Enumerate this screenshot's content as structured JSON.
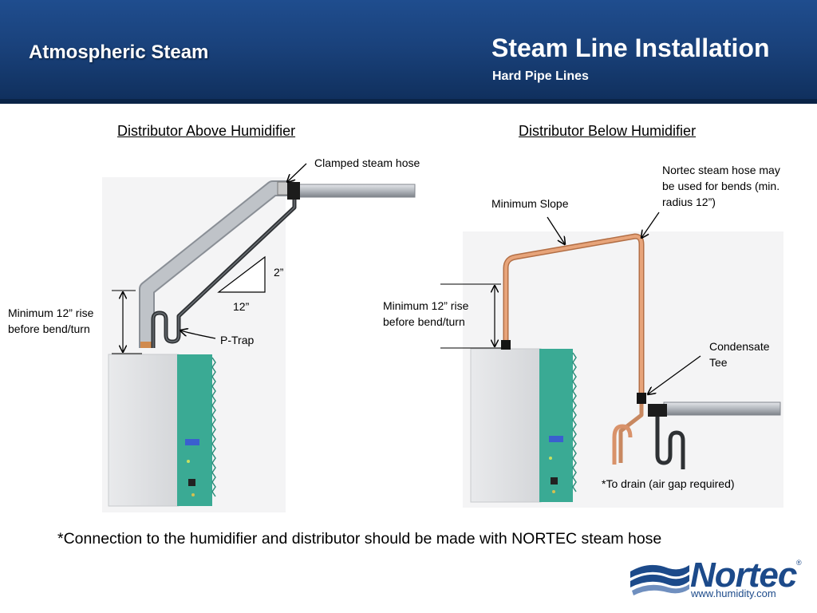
{
  "header": {
    "left_title": "Atmospheric Steam",
    "title": "Steam Line Installation",
    "subtitle": "Hard Pipe Lines"
  },
  "left_diagram": {
    "heading": "Distributor Above Humidifier",
    "clamped_label": "Clamped steam hose",
    "slope_rise": "2”",
    "slope_run": "12”",
    "rise_label": "Minimum 12” rise\nbefore bend/turn",
    "ptrap_label": "P-Trap"
  },
  "right_diagram": {
    "heading": "Distributor Below Humidifier",
    "hose_label": "Nortec steam hose may\nbe used for bends (min.\nradius 12”)",
    "slope_label": "Minimum Slope",
    "rise_label": "Minimum 12” rise\nbefore bend/turn",
    "tee_label": "Condensate\nTee",
    "drain_label": "*To drain (air gap required)"
  },
  "footnote": "*Connection to the humidifier and distributor should be made with NORTEC steam hose",
  "logo": {
    "name": "Nortec",
    "registered": "®",
    "website": "www.humidity.com"
  },
  "colors": {
    "header_blue": "#1a427c",
    "logo_blue": "#1c4a8a",
    "cabinet_teal": "#3aaa94",
    "copper": "#d9926a",
    "steel_pipe": "#b8bcc2"
  }
}
